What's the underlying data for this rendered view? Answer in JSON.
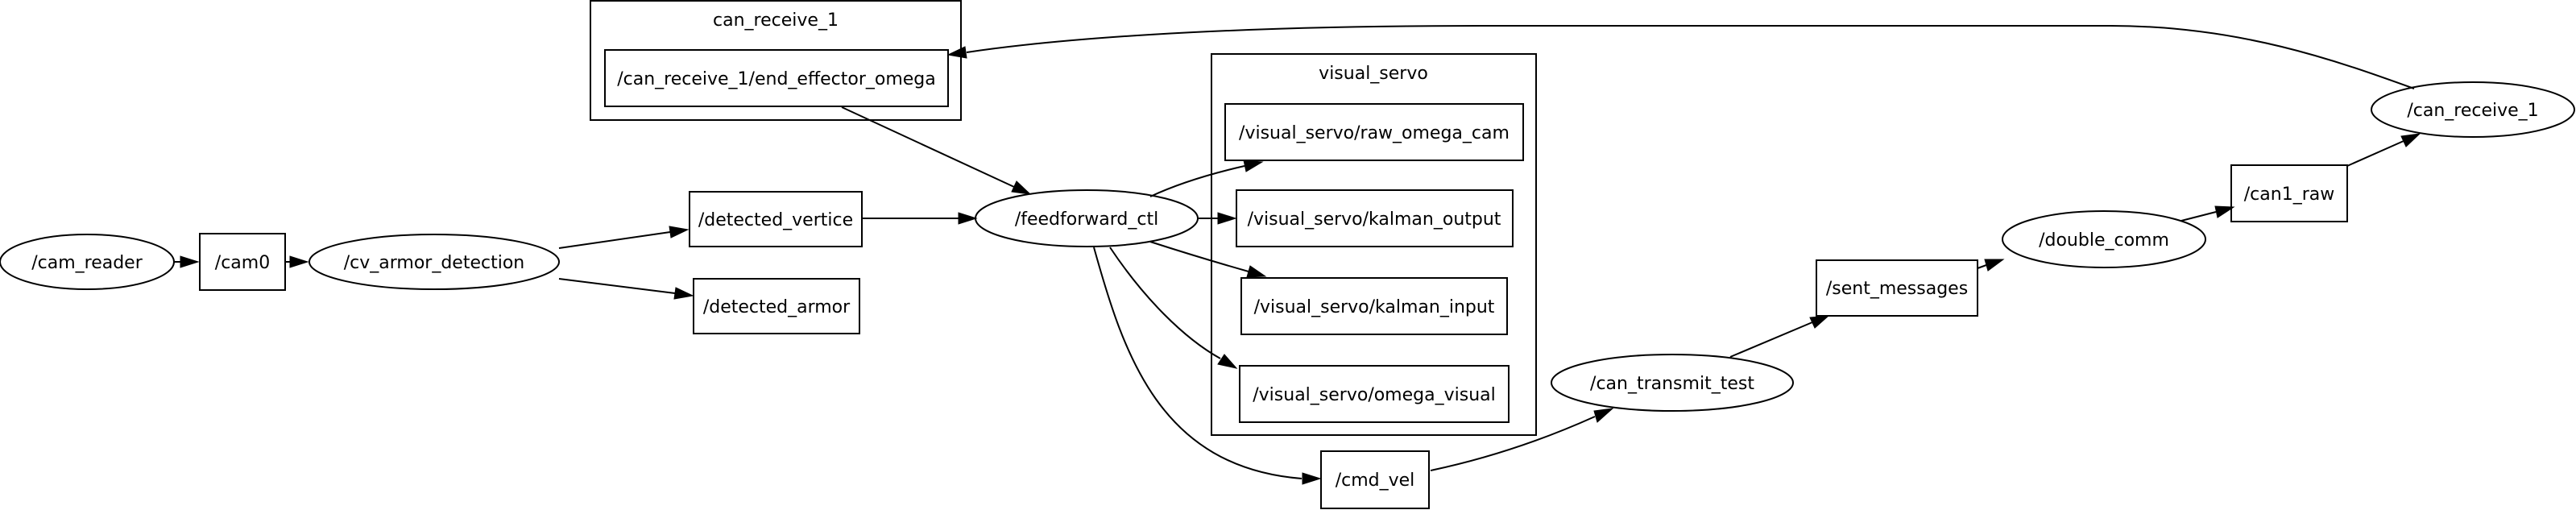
{
  "diagram": {
    "clusters": [
      {
        "id": "cl_can_receive",
        "label": "can_receive_1"
      },
      {
        "id": "cl_visual_servo",
        "label": "visual_servo"
      }
    ],
    "nodes": [
      {
        "id": "cam_reader",
        "label": "/cam_reader",
        "shape": "node"
      },
      {
        "id": "cam0",
        "label": "/cam0",
        "shape": "topic"
      },
      {
        "id": "cv_armor_detection",
        "label": "/cv_armor_detection",
        "shape": "node"
      },
      {
        "id": "detected_vertice",
        "label": "/detected_vertice",
        "shape": "topic"
      },
      {
        "id": "detected_armor",
        "label": "/detected_armor",
        "shape": "topic"
      },
      {
        "id": "feedforward_ctl",
        "label": "/feedforward_ctl",
        "shape": "node"
      },
      {
        "id": "end_effector_omega",
        "label": "/can_receive_1/end_effector_omega",
        "shape": "topic"
      },
      {
        "id": "raw_omega_cam",
        "label": "/visual_servo/raw_omega_cam",
        "shape": "topic"
      },
      {
        "id": "kalman_output",
        "label": "/visual_servo/kalman_output",
        "shape": "topic"
      },
      {
        "id": "kalman_input",
        "label": "/visual_servo/kalman_input",
        "shape": "topic"
      },
      {
        "id": "omega_visual",
        "label": "/visual_servo/omega_visual",
        "shape": "topic"
      },
      {
        "id": "cmd_vel",
        "label": "/cmd_vel",
        "shape": "topic"
      },
      {
        "id": "can_transmit_test",
        "label": "/can_transmit_test",
        "shape": "node"
      },
      {
        "id": "sent_messages",
        "label": "/sent_messages",
        "shape": "topic"
      },
      {
        "id": "double_comm",
        "label": "/double_comm",
        "shape": "node"
      },
      {
        "id": "can1_raw",
        "label": "/can1_raw",
        "shape": "topic"
      },
      {
        "id": "can_receive_1",
        "label": "/can_receive_1",
        "shape": "node"
      }
    ],
    "edges": [
      {
        "from": "cam_reader",
        "to": "cam0"
      },
      {
        "from": "cam0",
        "to": "cv_armor_detection"
      },
      {
        "from": "cv_armor_detection",
        "to": "detected_vertice"
      },
      {
        "from": "cv_armor_detection",
        "to": "detected_armor"
      },
      {
        "from": "detected_vertice",
        "to": "feedforward_ctl"
      },
      {
        "from": "end_effector_omega",
        "to": "feedforward_ctl"
      },
      {
        "from": "feedforward_ctl",
        "to": "raw_omega_cam"
      },
      {
        "from": "feedforward_ctl",
        "to": "kalman_output"
      },
      {
        "from": "feedforward_ctl",
        "to": "kalman_input"
      },
      {
        "from": "feedforward_ctl",
        "to": "omega_visual"
      },
      {
        "from": "feedforward_ctl",
        "to": "cmd_vel"
      },
      {
        "from": "cmd_vel",
        "to": "can_transmit_test"
      },
      {
        "from": "can_transmit_test",
        "to": "sent_messages"
      },
      {
        "from": "sent_messages",
        "to": "double_comm"
      },
      {
        "from": "double_comm",
        "to": "can1_raw"
      },
      {
        "from": "can1_raw",
        "to": "can_receive_1"
      },
      {
        "from": "can_receive_1",
        "to": "end_effector_omega"
      }
    ]
  }
}
